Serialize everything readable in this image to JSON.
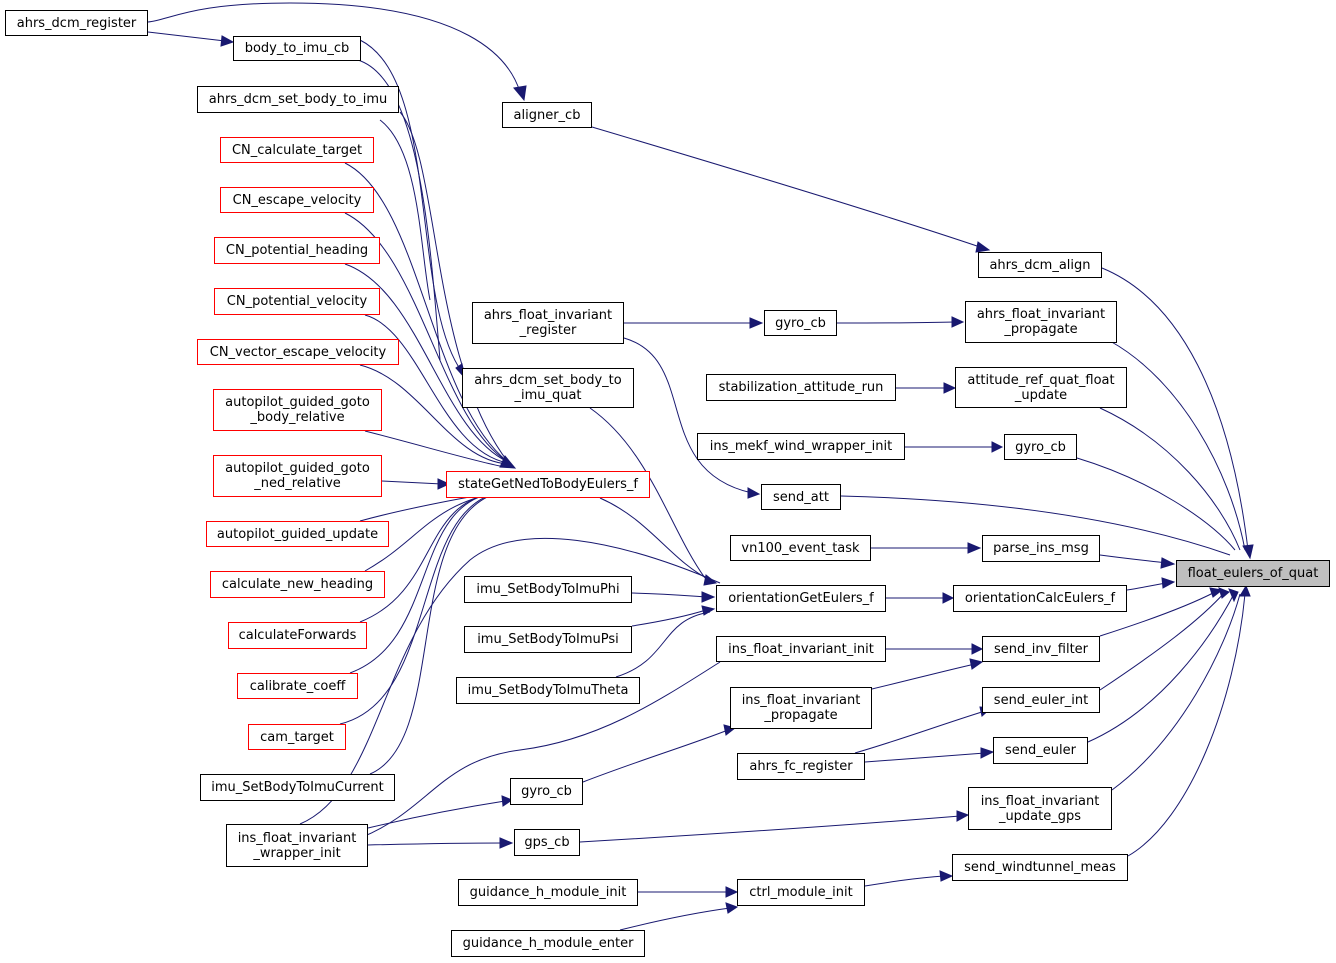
{
  "graph": {
    "colors": {
      "edge": "#191970",
      "node_border": "#000000",
      "highlight_border": "#ff0000",
      "target_fill": "#bfbfbf"
    },
    "nodes": {
      "float_eulers_of_quat": "float_eulers_of_quat",
      "ahrs_dcm_register": "ahrs_dcm_register",
      "body_to_imu_cb": "body_to_imu_cb",
      "aligner_cb": "aligner_cb",
      "ahrs_dcm_align": "ahrs_dcm_align",
      "ahrs_dcm_set_body_to_imu": "ahrs_dcm_set_body_to_imu",
      "CN_calculate_target": "CN_calculate_target",
      "CN_escape_velocity": "CN_escape_velocity",
      "CN_potential_heading": "CN_potential_heading",
      "CN_potential_velocity": "CN_potential_velocity",
      "CN_vector_escape_velocity": "CN_vector_escape_velocity",
      "autopilot_guided_goto_body_relative": "autopilot_guided_goto\n_body_relative",
      "autopilot_guided_goto_ned_relative": "autopilot_guided_goto\n_ned_relative",
      "autopilot_guided_update": "autopilot_guided_update",
      "calculate_new_heading": "calculate_new_heading",
      "calculateForwards": "calculateForwards",
      "calibrate_coeff": "calibrate_coeff",
      "cam_target": "cam_target",
      "imu_SetBodyToImuCurrent": "imu_SetBodyToImuCurrent",
      "ins_float_invariant_wrapper_init": "ins_float_invariant\n_wrapper_init",
      "stateGetNedToBodyEulers_f": "stateGetNedToBodyEulers_f",
      "ahrs_dcm_set_body_to_imu_quat": "ahrs_dcm_set_body_to\n_imu_quat",
      "ahrs_float_invariant_register": "ahrs_float_invariant\n_register",
      "gyro_cb_1": "gyro_cb",
      "ahrs_float_invariant_propagate": "ahrs_float_invariant\n_propagate",
      "stabilization_attitude_run": "stabilization_attitude_run",
      "attitude_ref_quat_float_update": "attitude_ref_quat_float\n_update",
      "ins_mekf_wind_wrapper_init": "ins_mekf_wind_wrapper_init",
      "gyro_cb_2": "gyro_cb",
      "send_att": "send_att",
      "vn100_event_task": "vn100_event_task",
      "parse_ins_msg": "parse_ins_msg",
      "imu_SetBodyToImuPhi": "imu_SetBodyToImuPhi",
      "imu_SetBodyToImuPsi": "imu_SetBodyToImuPsi",
      "imu_SetBodyToImuTheta": "imu_SetBodyToImuTheta",
      "orientationGetEulers_f": "orientationGetEulers_f",
      "orientationCalcEulers_f": "orientationCalcEulers_f",
      "ins_float_invariant_init": "ins_float_invariant_init",
      "send_inv_filter": "send_inv_filter",
      "ins_float_invariant_propagate": "ins_float_invariant\n_propagate",
      "send_euler_int": "send_euler_int",
      "ahrs_fc_register": "ahrs_fc_register",
      "send_euler": "send_euler",
      "gyro_cb_3": "gyro_cb",
      "ins_float_invariant_update_gps": "ins_float_invariant\n_update_gps",
      "gps_cb": "gps_cb",
      "guidance_h_module_init": "guidance_h_module_init",
      "ctrl_module_init": "ctrl_module_init",
      "send_windtunnel_meas": "send_windtunnel_meas",
      "guidance_h_module_enter": "guidance_h_module_enter"
    }
  }
}
